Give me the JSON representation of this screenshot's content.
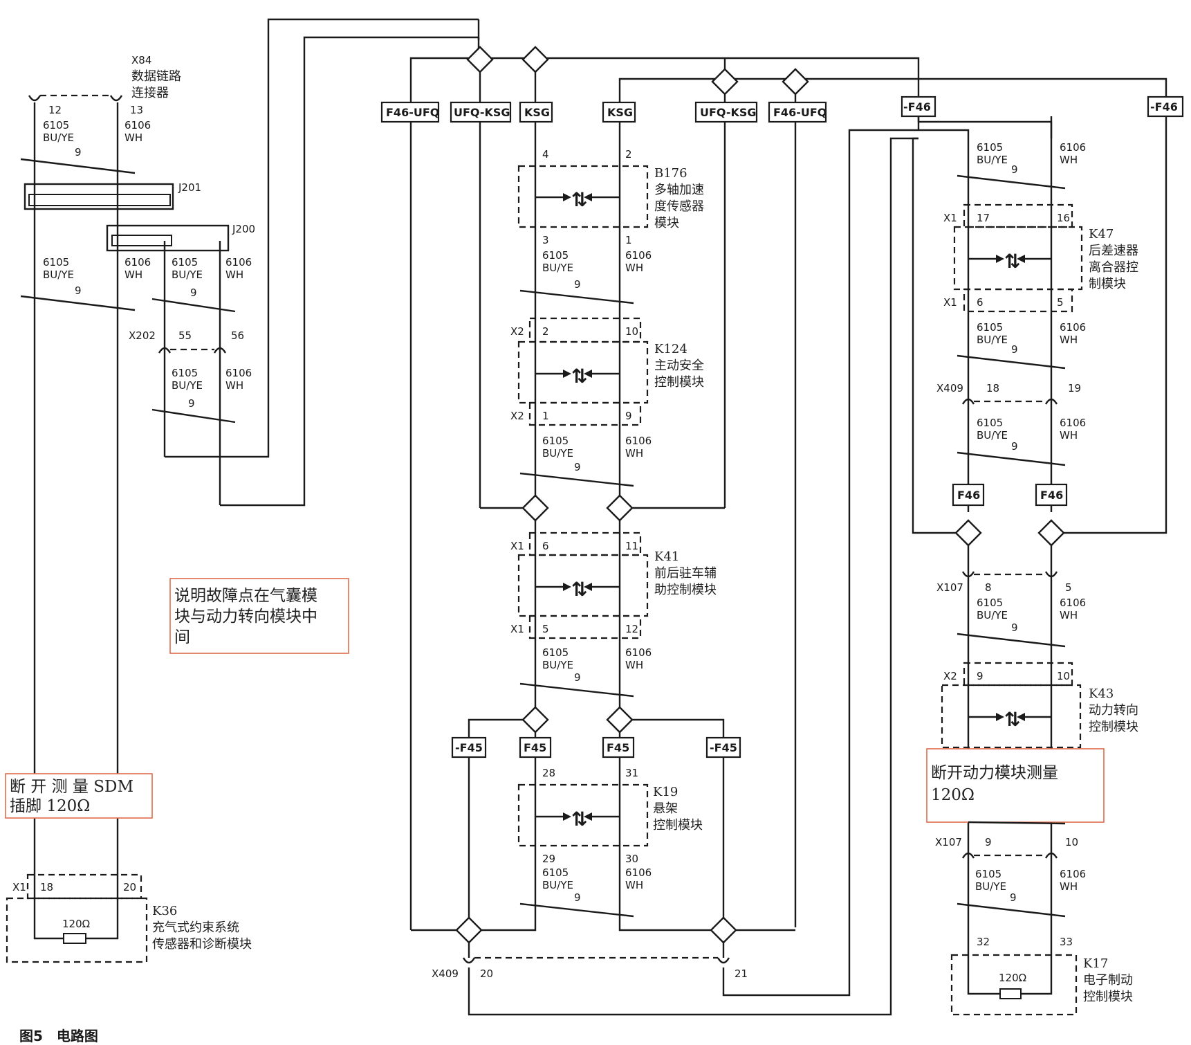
{
  "figure": {
    "caption": "图5　电路图"
  },
  "wires": {
    "left_label": "6105",
    "right_label": "6106",
    "left_color": "BU/YE",
    "right_color": "WH",
    "twist": "9"
  },
  "connectors": {
    "x84": {
      "id": "X84",
      "name_l1": "数据链路",
      "name_l2": "连接器",
      "pin_left": "12",
      "pin_right": "13"
    },
    "j201": {
      "id": "J201"
    },
    "j200": {
      "id": "J200"
    },
    "x202": {
      "id": "X202",
      "pin_left": "55",
      "pin_right": "56"
    },
    "x409_bottom": {
      "id": "X409",
      "pin_left": "20",
      "pin_right": "21"
    },
    "x409_right": {
      "id": "X409",
      "pin_left": "18",
      "pin_right": "19"
    },
    "x107_top": {
      "id": "X107",
      "pin_left": "8",
      "pin_right": "5"
    },
    "x107_bottom": {
      "id": "X107",
      "pin_left": "9",
      "pin_right": "10"
    }
  },
  "tags": {
    "t1": "F46-UFQ",
    "t2": "UFQ-KSG",
    "t3": "KSG",
    "t4": "KSG",
    "t5": "UFQ-KSG",
    "t6": "F46-UFQ",
    "t7": "-F46",
    "t8": "-F46",
    "t9": "F46",
    "t10": "F46",
    "t11": "-F45",
    "t12": "F45",
    "t13": "F45",
    "t14": "-F45"
  },
  "modules": {
    "b176": {
      "id": "B176",
      "l1": "多轴加速",
      "l2": "度传感器",
      "l3": "模块",
      "pin_tl": "4",
      "pin_tr": "2",
      "pin_bl": "3",
      "pin_br": "1"
    },
    "k124": {
      "id": "K124",
      "l1": "主动安全",
      "l2": "控制模块",
      "conn_top": "X2",
      "conn_bottom": "X2",
      "pin_tl": "2",
      "pin_tr": "10",
      "pin_bl": "1",
      "pin_br": "9"
    },
    "k41": {
      "id": "K41",
      "l1": "前后驻车辅",
      "l2": "助控制模块",
      "conn_top": "X1",
      "conn_bottom": "X1",
      "pin_tl": "6",
      "pin_tr": "11",
      "pin_bl": "5",
      "pin_br": "12"
    },
    "k19": {
      "id": "K19",
      "l1": "悬架",
      "l2": "控制模块",
      "pin_tl": "28",
      "pin_tr": "31",
      "pin_bl": "29",
      "pin_br": "30"
    },
    "k36": {
      "id": "K36",
      "l1": "充气式约束系统",
      "l2": "传感器和诊断模块",
      "conn": "X1",
      "pin_l": "18",
      "pin_r": "20",
      "resistor": "120Ω"
    },
    "k47": {
      "id": "K47",
      "l1": "后差速器",
      "l2": "离合器控",
      "l3": "制模块",
      "conn_top": "X1",
      "conn_bottom": "X1",
      "pin_tl": "17",
      "pin_tr": "16",
      "pin_bl": "6",
      "pin_br": "5"
    },
    "k43": {
      "id": "K43",
      "l1": "动力转向",
      "l2": "控制模块",
      "conn": "X2",
      "pin_l": "9",
      "pin_r": "10"
    },
    "k17": {
      "id": "K17",
      "l1": "电子制动",
      "l2": "控制模块",
      "pin_l": "32",
      "pin_r": "33",
      "resistor": "120Ω"
    }
  },
  "notes": {
    "middle_l1": "说明故障点在气囊模",
    "middle_l2": "块与动力转向模块中",
    "middle_l3": "间",
    "sdm_l1": "断 开 测 量 SDM",
    "sdm_l2": "插脚 120Ω",
    "power_l1": "断开动力模块测量",
    "power_l2": "120Ω"
  }
}
